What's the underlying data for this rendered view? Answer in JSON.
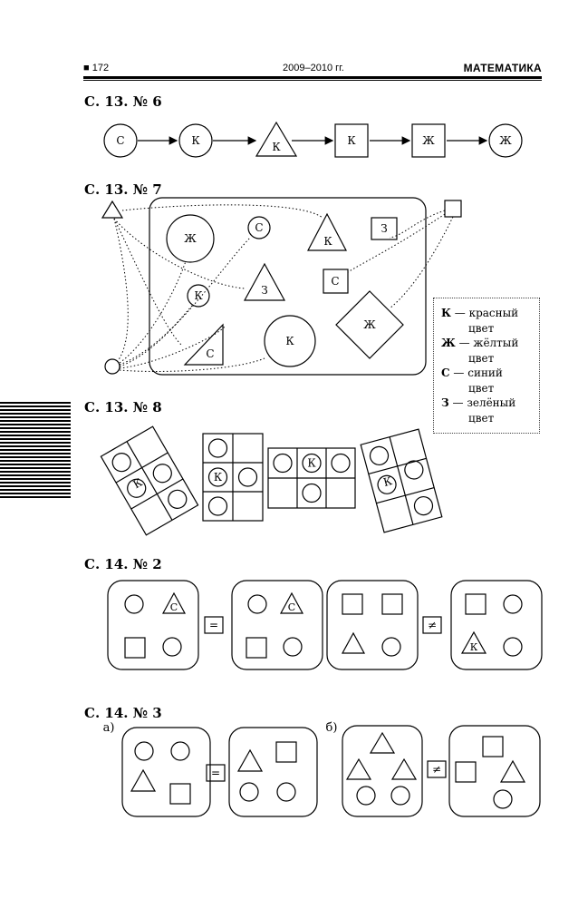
{
  "header": {
    "page_number": "172",
    "years": "2009–2010 гг.",
    "subject": "МАТЕМАТИКА"
  },
  "sections": {
    "s1": "С. 13. № 6",
    "s2": "С. 13. № 7",
    "s3": "С. 13. № 8",
    "s4": "С. 14. № 2",
    "s5": "С. 14. № 3"
  },
  "chain_labels": [
    "С",
    "К",
    "К",
    "К",
    "Ж",
    "Ж"
  ],
  "diagram7": {
    "zh_circle": "Ж",
    "s_circle": "С",
    "k_triangle": "К",
    "z_square": "З",
    "z_triangle": "З",
    "s_square": "С",
    "k_circle_small": "К",
    "zh_diamond": "Ж",
    "s_right_triangle": "С",
    "k_circle_big": "К"
  },
  "legend": [
    {
      "key": "К",
      "dash": "—",
      "line1": "красный",
      "line2": "цвет"
    },
    {
      "key": "Ж",
      "dash": "—",
      "line1": "жёлтый",
      "line2": "цвет"
    },
    {
      "key": "С",
      "dash": "—",
      "line1": "синий",
      "line2": "цвет"
    },
    {
      "key": "З",
      "dash": "—",
      "line1": "зелёный",
      "line2": "цвет"
    }
  ],
  "grid_label": "К",
  "task2": {
    "c1": "С",
    "c2": "С",
    "k": "К",
    "eq": "=",
    "neq": "≠"
  },
  "task3": {
    "a_label": "а)",
    "b_label": "б)",
    "eq": "=",
    "neq": "≠"
  }
}
